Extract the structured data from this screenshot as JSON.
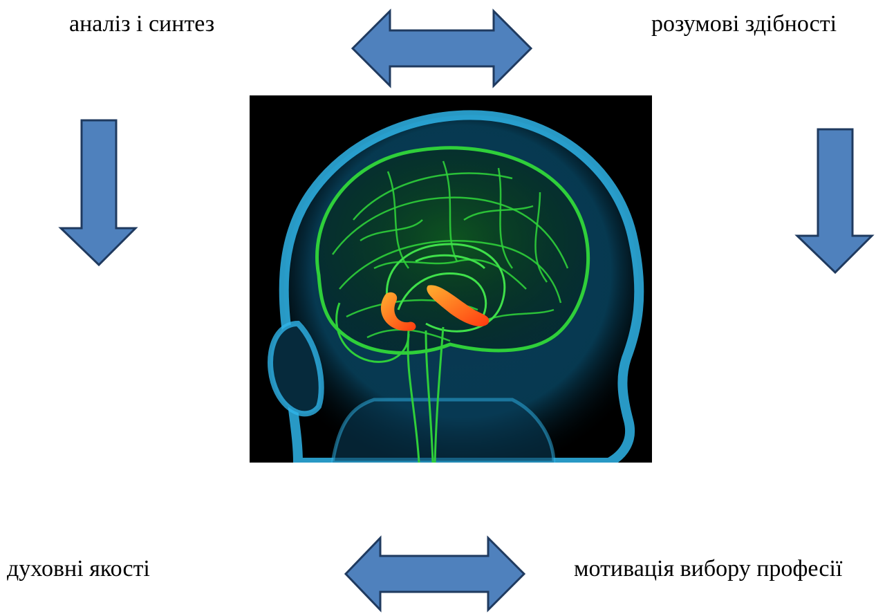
{
  "labels": {
    "top_left": "аналіз і синтез",
    "top_right": "розумові здібності",
    "bottom_left": "духовні якості",
    "bottom_right": "мотивація вибору професії"
  },
  "colors": {
    "arrow_fill": "#4f81bd",
    "arrow_stroke": "#1f3a5f",
    "image_background": "#000000",
    "head_outline": "#2fb4e8",
    "brain_fibers": "#2fcf3a",
    "highlight": "#ff7a1a"
  },
  "image": {
    "subject": "brain-illustration"
  },
  "icons": [
    "double-arrow-horizontal-top",
    "double-arrow-horizontal-bottom",
    "arrow-down-left",
    "arrow-down-right"
  ]
}
